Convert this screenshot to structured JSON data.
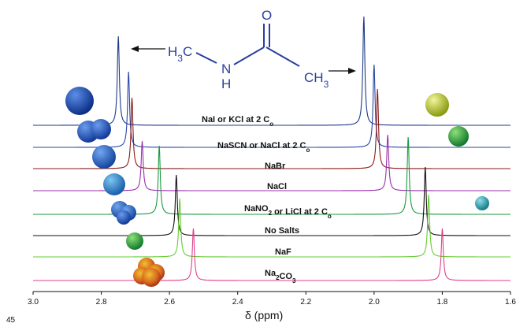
{
  "page_number": "45",
  "structure": {
    "h3c": "H",
    "h3c_sub": "3",
    "h3c_c": "C",
    "n": "N",
    "h": "H",
    "o": "O",
    "ch": "CH",
    "ch_sub": "3"
  },
  "chart_data": {
    "type": "line",
    "xlabel": "δ (ppm)",
    "xlim": [
      3.0,
      1.6
    ],
    "x_ticks": [
      "3.0",
      "2.8",
      "2.6",
      "2.4",
      "2.2",
      "2.0",
      "1.8",
      "1.6"
    ],
    "grid": false,
    "series": [
      {
        "name": "NaI or KCl at 2 C",
        "name_sub": "o",
        "color": "#1f3a8a",
        "peaks": [
          2.75,
          2.03
        ],
        "ion_color": "#1b4fb0"
      },
      {
        "name": "NaSCN or NaCl at 2 C",
        "name_sub": "o",
        "color": "#2846a6",
        "peaks": [
          2.72,
          2.0
        ],
        "ion_color": "#1e56b4"
      },
      {
        "name": "NaBr",
        "name_sub": "",
        "color": "#8b1a1a",
        "peaks": [
          2.71,
          1.99
        ],
        "ion_color": "#1e62bc"
      },
      {
        "name": "NaCl",
        "name_sub": "",
        "color": "#9b2fae",
        "peaks": [
          2.68,
          1.96
        ],
        "ion_color": "#2b7fc8"
      },
      {
        "name": "NaNO",
        "name_sub": "2",
        "name_tail": " or LiCl at 2 C",
        "name_tail_sub": "o",
        "color": "#1a9a3f",
        "peaks": [
          2.63,
          1.9
        ],
        "ion_color": "#2b6cb8"
      },
      {
        "name": "No Salts",
        "name_sub": "",
        "color": "#111111",
        "peaks": [
          2.58,
          1.85
        ],
        "ion_color": "#27a344"
      },
      {
        "name": "NaF",
        "name_sub": "",
        "color": "#66cc33",
        "peaks": [
          2.57,
          1.84
        ],
        "ion_color": "#27a344"
      },
      {
        "name": "Na",
        "name_sub": "2",
        "name_tail": "CO",
        "name_tail_sub": "3",
        "color": "#e0408a",
        "peaks": [
          2.53,
          1.8
        ],
        "ion_color": "#d05a20"
      }
    ],
    "right_ions": [
      {
        "ion_color": "#c8d820"
      },
      {
        "ion_color": "#3aad3a"
      },
      {
        "ion_color": "#2aa0b0"
      }
    ]
  }
}
